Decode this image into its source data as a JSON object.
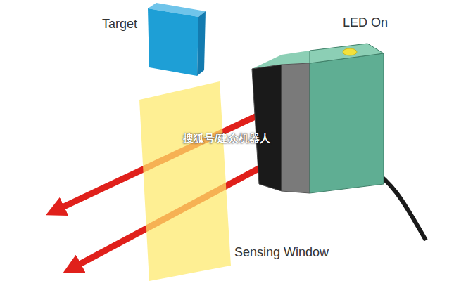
{
  "diagram": {
    "labels": [
      "Target",
      "LED On",
      "Sensing Window",
      "搜狐号/建众机器人"
    ]
  }
}
